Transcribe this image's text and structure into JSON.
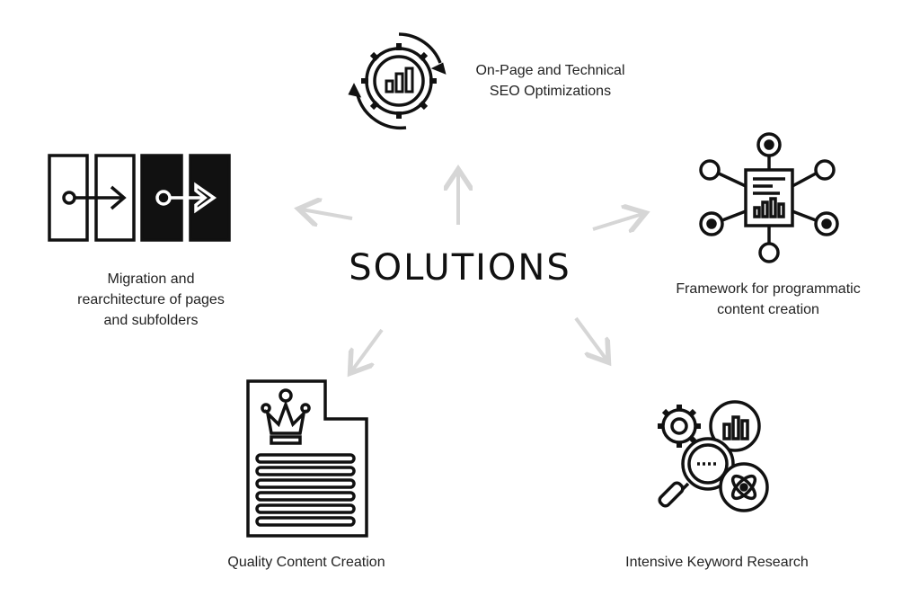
{
  "center": {
    "title": "SOLUTIONS"
  },
  "nodes": {
    "seo": {
      "lines": [
        "On-Page and Technical",
        "SEO Optimizations"
      ],
      "icon": "gear-chart-icon"
    },
    "migration": {
      "lines": [
        "Migration and",
        "rearchitecture of pages",
        "and subfolders"
      ],
      "icon": "migration-arrows-icon"
    },
    "framework": {
      "lines": [
        "Framework for programmatic",
        "content creation"
      ],
      "icon": "network-document-icon"
    },
    "content": {
      "lines": [
        "Quality Content Creation"
      ],
      "icon": "document-crown-icon"
    },
    "keyword": {
      "lines": [
        "Intensive Keyword Research"
      ],
      "icon": "magnifier-research-icon"
    }
  },
  "colors": {
    "arrow": "#d6d6d6",
    "ink": "#111111",
    "text": "#222222"
  }
}
